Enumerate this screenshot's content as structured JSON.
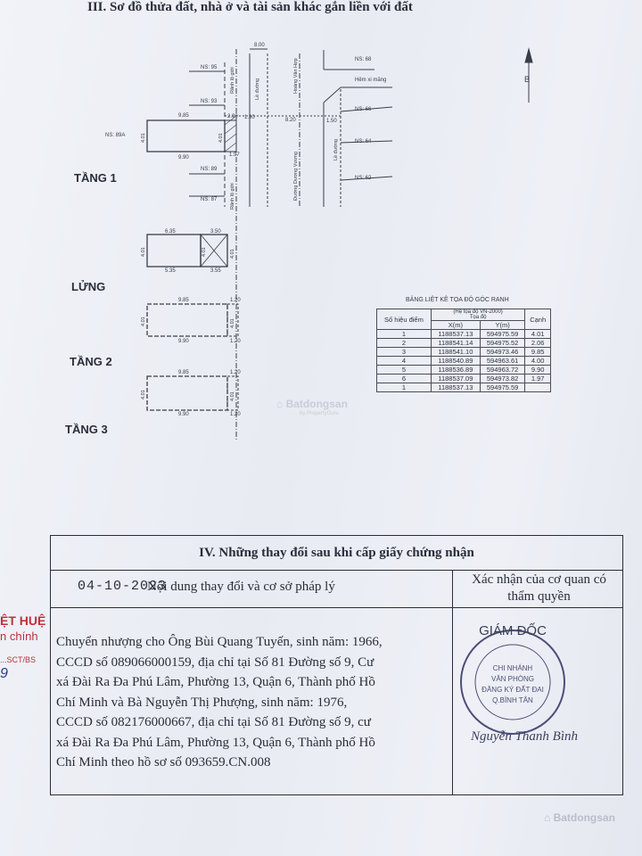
{
  "section3_title": "III. Sơ đồ thửa đất, nhà ở và tài sản khác gắn liền với đất",
  "floors": {
    "tang1": "TẦNG 1",
    "lung": "LỬNG",
    "tang2": "TẦNG 2",
    "tang3": "TẦNG 3"
  },
  "plan_labels": {
    "ns95": "NS: 95",
    "ns93": "NS: 93",
    "ns89a": "NS: 89A",
    "ns89": "NS: 89",
    "ns87": "NS: 87",
    "ns68": "NS: 68",
    "ns66": "NS: 66",
    "ns64": "NS: 64",
    "ns62": "NS: 62",
    "hem": "Hẻm xi măng",
    "street": "Hoàng Văn Hợp",
    "road": "Lề đường",
    "road_r": "Lề đường",
    "kenh": "Rãnh lộ giới",
    "kenh2": "Rãnh lộ giới",
    "duong": "Đường Dương Vương",
    "d800": "8.00",
    "d820": "8.20",
    "d150": "1.50",
    "d190": "1.90",
    "d200": "2.00",
    "d985": "9.85",
    "d990": "9.90",
    "d401": "4.01",
    "d197": "1.97",
    "d635": "6.35",
    "d350": "3.50",
    "d535": "5.35",
    "d355": "3.55",
    "d120": "1.20",
    "north": "B"
  },
  "coord_table": {
    "title": "BẢNG LIỆT KÊ TỌA ĐỘ GÓC RANH",
    "header_sub": "(Hệ tọa độ VN-2000)",
    "col_point": "Số hiệu điểm",
    "col_coord": "Tọa độ",
    "col_x": "X(m)",
    "col_y": "Y(m)",
    "col_edge": "Cạnh",
    "rows": [
      {
        "p": "1",
        "x": "1188537.13",
        "y": "594975.59",
        "e": "4.01"
      },
      {
        "p": "2",
        "x": "1188541.14",
        "y": "594975.52",
        "e": "2.06"
      },
      {
        "p": "3",
        "x": "1188541.10",
        "y": "594973.46",
        "e": "9.85"
      },
      {
        "p": "4",
        "x": "1188540.89",
        "y": "594963.61",
        "e": "4.00"
      },
      {
        "p": "5",
        "x": "1188536.89",
        "y": "594963.72",
        "e": "9.90"
      },
      {
        "p": "6",
        "x": "1188537.09",
        "y": "594973.82",
        "e": "1.97"
      },
      {
        "p": "1",
        "x": "1188537.13",
        "y": "594975.59",
        "e": ""
      }
    ]
  },
  "watermark": "Batdongsan",
  "watermark_sub": "by PropertyGuru",
  "section4": {
    "title": "IV. Những thay đổi sau khi cấp giấy chứng nhận",
    "date": "04-10-2023",
    "col_content": "Nội dung thay đổi và cơ sở pháp lý",
    "col_confirm": "Xác nhận của cơ quan có thẩm quyền",
    "content_lines": [
      "Chuyển nhượng cho Ông Bùi Quang Tuyến, sinh năm: 1966,",
      "CCCD số 089066000159, địa chỉ tại Số 81 Đường số 9, Cư",
      "xá Đài Ra Đa Phú Lâm, Phường 13, Quận 6, Thành phố Hồ",
      "Chí Minh và Bà Nguyễn Thị Phượng, sinh năm: 1976,",
      "CCCD số 082176000667, địa chỉ tại Số 81 Đường số 9, cư",
      "xá Đài Ra Đa Phú Lâm, Phường 13, Quận 6, Thành phố Hồ",
      "Chí Minh theo hồ sơ số 093659.CN.008"
    ],
    "stamp_title": "GIÁM ĐỐC",
    "stamp_lines": [
      "CHI NHÁNH",
      "VĂN PHÒNG",
      "ĐĂNG KÝ ĐẤT ĐAI",
      "Q.BÌNH TÂN"
    ],
    "signer": "Nguyễn Thanh Bình"
  },
  "side_stamp": {
    "line1": "ỆT HUỆ",
    "line2": "n chính",
    "line3": "...SCT/BS",
    "line4": "9"
  }
}
